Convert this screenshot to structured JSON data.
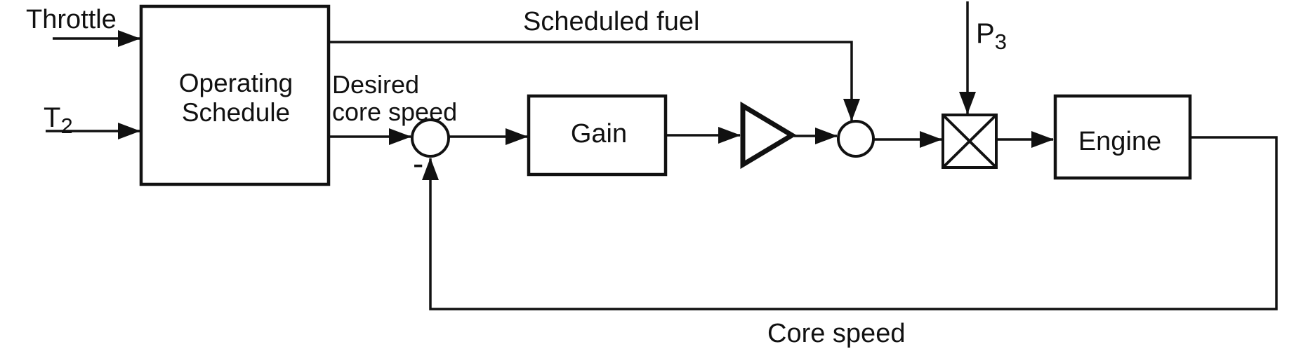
{
  "diagram": {
    "background_color": "#ffffff",
    "ink_color": "#111111"
  },
  "blocks": {
    "operating_schedule": {
      "line1": "Operating",
      "line2": "Schedule"
    },
    "gain": {
      "label": "Gain"
    },
    "engine": {
      "label": "Engine"
    }
  },
  "labels": {
    "throttle": "Throttle",
    "t2": {
      "base": "T",
      "subscript": "2"
    },
    "scheduled_fuel": "Scheduled fuel",
    "desired_core_speed": {
      "line1": "Desired",
      "line2": "core speed"
    },
    "p3": {
      "base": "P",
      "subscript": "3"
    },
    "minus": "-",
    "core_speed": "Core speed"
  }
}
